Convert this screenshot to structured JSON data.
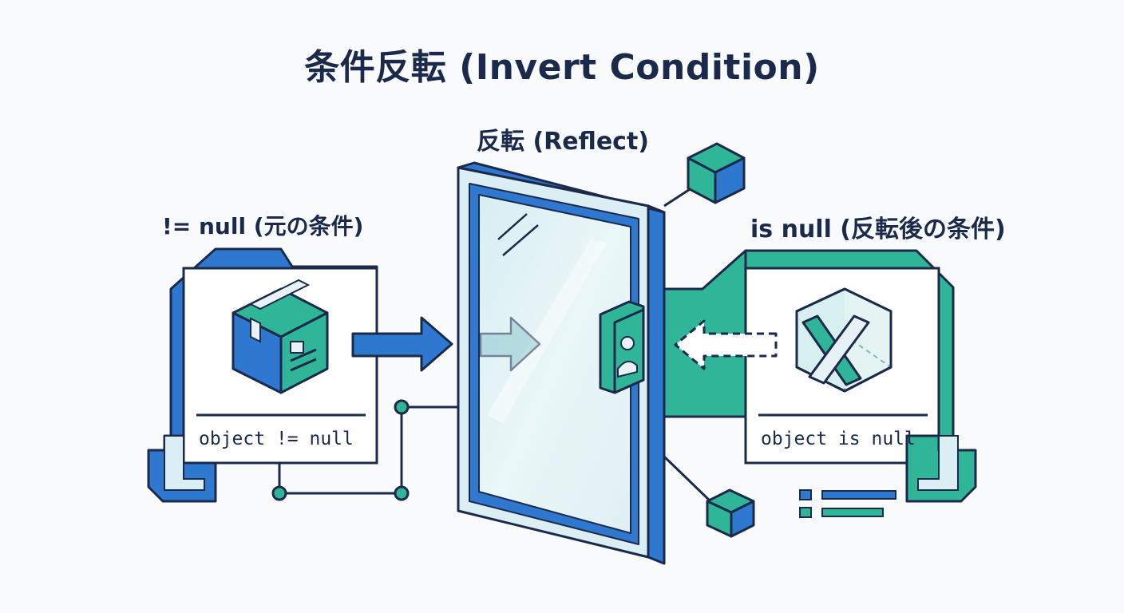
{
  "title": "条件反転 (Invert Condition)",
  "mirror": {
    "label": "反転 (Reflect)"
  },
  "left_panel": {
    "label": "!= null (元の条件)",
    "code": "object != null"
  },
  "right_panel": {
    "label": "is null (反転後の条件)",
    "code": "object is null"
  },
  "colors": {
    "navy": "#1b2a4a",
    "blue": "#2f78d0",
    "teal": "#2fb597",
    "mirror_glass": "#e4f3f6",
    "background": "#f8fafc"
  },
  "icons": [
    "box-icon",
    "x-cube-icon",
    "user-icon",
    "arrow-right-icon",
    "arrow-left-icon",
    "cube-icon"
  ]
}
